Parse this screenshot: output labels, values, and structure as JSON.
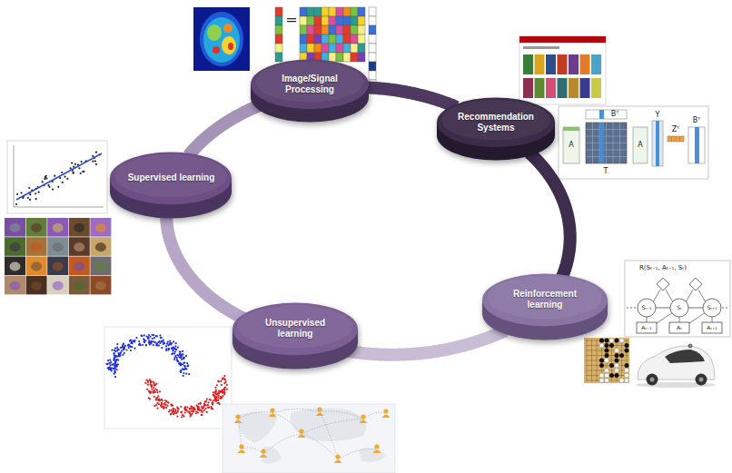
{
  "diagram": {
    "nodes": [
      {
        "text": [
          "Image/Signal Processing"
        ]
      },
      {
        "text": [
          "Recommendation Systems"
        ]
      },
      {
        "text": [
          "Supervised learning"
        ]
      },
      {
        "text": [
          "Reinforcement learning"
        ]
      },
      {
        "text": [
          "Unsupervised learning"
        ]
      }
    ],
    "edges": [
      {
        "from": 0,
        "to": 1,
        "arrow": "none"
      },
      {
        "from": 1,
        "to": 3,
        "arrow": "none"
      },
      {
        "from": 3,
        "to": 4,
        "arrow": "none"
      },
      {
        "from": 4,
        "to": 2,
        "arrow": "none"
      },
      {
        "from": 2,
        "to": 0,
        "arrow": "none"
      }
    ],
    "labels": [
      "=",
      "Bᵀ",
      "Y",
      "Zᵀ",
      "Bᵀ",
      "A",
      "A",
      "T",
      "R(Sₜ₋₁, Aₜ₋₁, Sₜ)",
      "Sₜ₋₁",
      "Sₜ",
      "Sₜ₊₁",
      "Aₜ₋₁",
      "Aₜ",
      "Aₜ₊₁"
    ]
  }
}
